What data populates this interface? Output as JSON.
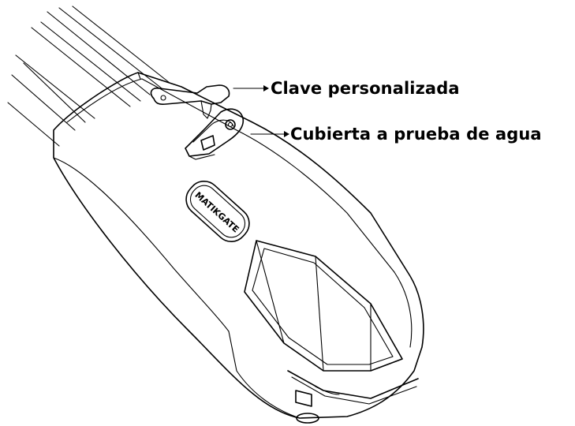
{
  "callouts": {
    "key_label": "Clave personalizada",
    "cover_label": "Cubierta a prueba de agua"
  },
  "logo": {
    "brand": "MATIKGATE"
  },
  "colors": {
    "line": "#000000",
    "background": "#ffffff"
  }
}
